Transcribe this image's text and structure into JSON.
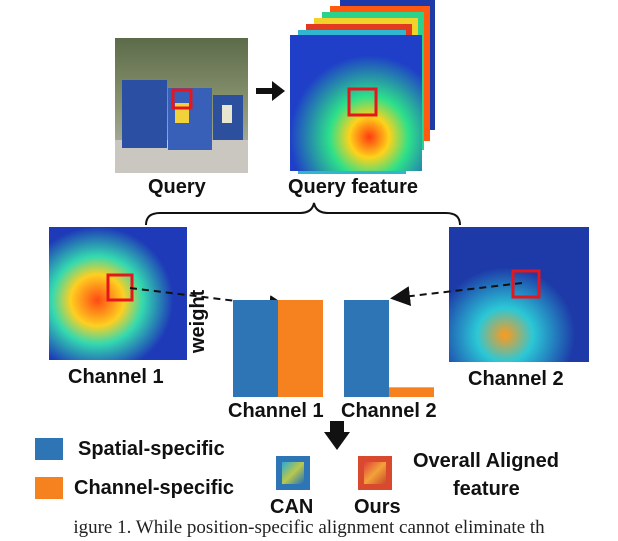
{
  "labels": {
    "query": "Query",
    "query_feature": "Query feature",
    "channel1_left": "Channel 1",
    "channel2_right": "Channel 2",
    "weight": "weight",
    "bar_channel1": "Channel 1",
    "bar_channel2": "Channel 2",
    "legend_spatial": "Spatial-specific",
    "legend_channel": "Channel-specific",
    "can": "CAN",
    "ours": "Ours",
    "overall_line1": "Overall Aligned",
    "overall_line2": "feature"
  },
  "caption_partial": "igure 1. While position-specific alignment cannot eliminate th",
  "chart_data": {
    "type": "bar",
    "categories": [
      "Channel 1",
      "Channel 2"
    ],
    "ylabel": "weight",
    "series": [
      {
        "name": "Spatial-specific",
        "color": "#2e75b6",
        "values": [
          1.0,
          1.0
        ]
      },
      {
        "name": "Channel-specific",
        "color": "#f5821f",
        "values": [
          1.0,
          0.1
        ]
      }
    ],
    "ylim": [
      0,
      1.0
    ],
    "grid": false
  },
  "colors": {
    "spatial": "#2e75b6",
    "channel": "#f5821f",
    "highlight_box": "#e5161d"
  }
}
